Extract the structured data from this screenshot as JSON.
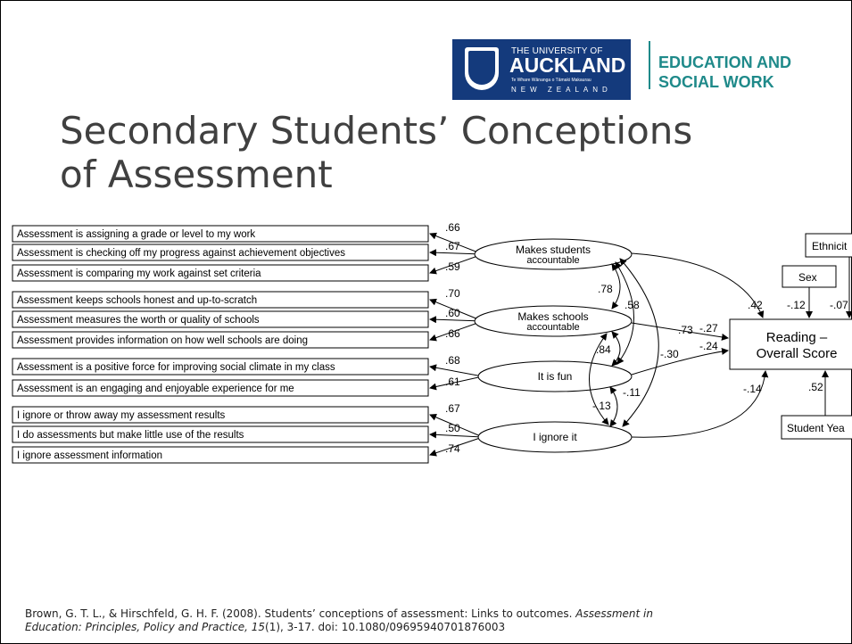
{
  "header": {
    "university_line1": "THE UNIVERSITY OF",
    "university_line2": "AUCKLAND",
    "university_maori": "Te Whare Wānanga o Tāmaki Makaurau",
    "university_line3": "NEW ZEALAND",
    "faculty_line1": "EDUCATION AND",
    "faculty_line2": "SOCIAL WORK"
  },
  "title": {
    "line1": "Secondary Students’ Conceptions",
    "line2": "of Assessment"
  },
  "diagram": {
    "items": [
      "Assessment is assigning a grade or level to my work",
      "Assessment is checking off my progress against achievement objectives",
      "Assessment is comparing my work against set criteria",
      "Assessment keeps schools honest and up-to-scratch",
      "Assessment measures the worth or quality of schools",
      "Assessment provides information on how well schools are doing",
      "Assessment is a positive force for improving social climate in my class",
      "Assessment is an engaging and enjoyable experience for me",
      "I ignore or throw away my assessment results",
      "I do assessments but make little use of the results",
      "I ignore assessment information"
    ],
    "loadings": [
      ".66",
      ".67",
      ".59",
      ".70",
      ".60",
      ".66",
      ".68",
      ".61",
      ".67",
      ".50",
      ".74"
    ],
    "factors": [
      {
        "line1": "Makes students",
        "line2": "accountable"
      },
      {
        "line1": "Makes schools",
        "line2": "accountable"
      },
      {
        "line1": "It is fun",
        "line2": ""
      },
      {
        "line1": "I ignore it",
        "line2": ""
      }
    ],
    "correlations": [
      ".78",
      ".58",
      ".84",
      "-.30",
      "-.11",
      "-.13"
    ],
    "paths": [
      ".42",
      "-.27",
      "-.24",
      "-.14"
    ],
    "outcome": {
      "line1": "Reading –",
      "line2": "Overall Score"
    },
    "covariates": {
      "ethnicity": "Ethnicit",
      "sex": "Sex",
      "year": "Student Yea"
    },
    "covariate_paths": {
      "sex": "-.12",
      "ethnicity": "-.07",
      "year": ".52"
    },
    "misc_label": ".73"
  },
  "citation": {
    "part1": "Brown, G. T. L., & Hirschfeld, G. H. F. (2008). Students’ conceptions of assessment: Links to outcomes. ",
    "journal_line1": "Assessment in",
    "journal_line2": "Education: Principles, Policy and Practice, 15",
    "part2": "(1), 3-17. doi: 10.1080/09695940701876003"
  }
}
